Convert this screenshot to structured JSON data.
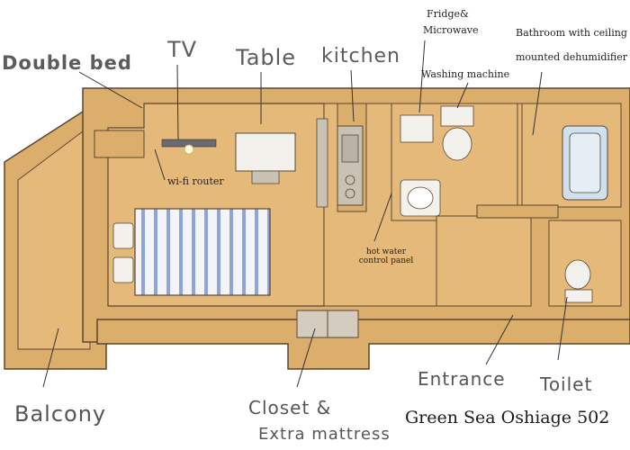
{
  "title": "Green Sea Oshiage 502",
  "labels": {
    "double_bed": "Double bed",
    "tv": "TV",
    "table": "Table",
    "kitchen": "kitchen",
    "fridge_line1": "Fridge&",
    "fridge_line2": "Microwave",
    "bathroom_line1": "Bathroom with ceiling",
    "bathroom_line2": "mounted dehumidifier",
    "washing_machine": "Washing machine",
    "wifi_router": "wi-fi router",
    "hot_water_panel": "hot water control panel",
    "balcony": "Balcony",
    "closet_line1": "Closet &",
    "closet_line2": "Extra mattress",
    "entrance": "Entrance",
    "toilet": "Toilet"
  },
  "colors": {
    "wall": "#dcae6c",
    "floor": "#e5b97a",
    "outline": "#5a4632",
    "bed_stripe": "#8da6d6",
    "bath_blue": "#cfe0ee",
    "fixture": "#f3f1ec",
    "counter": "#c9c1b4"
  }
}
